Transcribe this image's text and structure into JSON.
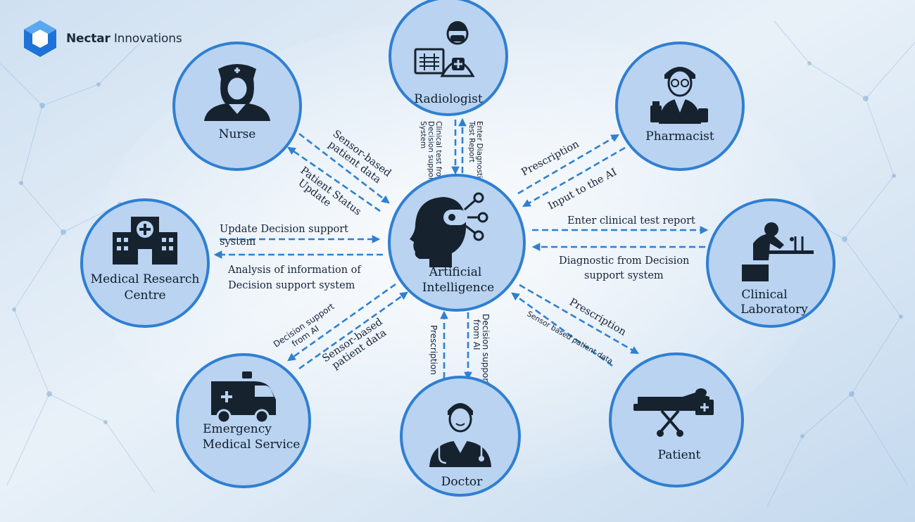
{
  "brand": {
    "name_bold": "Nectar",
    "name_rest": " Innovations",
    "logo_icon": "hexagon-logo-icon"
  },
  "colors": {
    "node_fill": "#b9d3f0",
    "node_stroke": "#2f7fd2",
    "arrow": "#2f80cf",
    "icon": "#17222f",
    "background": "#d9e7f4"
  },
  "nodes": {
    "center": {
      "line1": "Artificial",
      "line2": "Intelligence",
      "icon": "ai-head-circuit-icon"
    },
    "radiologist": {
      "line1": "Radiologist",
      "icon": "radiologist-xray-icon"
    },
    "nurse": {
      "line1": "Nurse",
      "icon": "nurse-icon"
    },
    "pharmacist": {
      "line1": "Pharmacist",
      "icon": "pharmacist-icon"
    },
    "research": {
      "line1": "Medical Research",
      "line2": "Centre",
      "icon": "hospital-building-icon"
    },
    "lab": {
      "line1": "Clinical",
      "line2": "Laboratory",
      "icon": "lab-microscope-icon"
    },
    "ems": {
      "line1": "Emergency",
      "line2": "Medical Service",
      "icon": "ambulance-icon"
    },
    "doctor": {
      "line1": "Doctor",
      "icon": "doctor-stethoscope-icon"
    },
    "patient": {
      "line1": "Patient",
      "icon": "patient-bed-icon"
    }
  },
  "edges": {
    "radiologist_up_1": "Clinical test from",
    "radiologist_up_2": "Decision support",
    "radiologist_up_3": "System",
    "radiologist_down_1": "Enter Diagnostic",
    "radiologist_down_2": "Test Report",
    "nurse_in_1": "Sensor-based",
    "nurse_in_2": "patient data",
    "nurse_out_1": "Patient Status",
    "nurse_out_2": "Update",
    "pharm_out": "Prescription",
    "pharm_in": "Input to the AI",
    "research_in_1": "Update Decision support",
    "research_in_2": "system",
    "research_out_1": "Analysis of information of",
    "research_out_2": "Decision support system",
    "lab_out": "Enter clinical test report",
    "lab_in_1": "Diagnostic from Decision",
    "lab_in_2": "support system",
    "ems_out_1": "Decision support",
    "ems_out_2": "from AI",
    "ems_in_1": "Sensor-based",
    "ems_in_2": "patient data",
    "doctor_in": "Prescription",
    "doctor_out_1": "Decision support",
    "doctor_out_2": "from AI",
    "patient_out": "Prescription",
    "patient_in": "Sensor based patient data"
  }
}
